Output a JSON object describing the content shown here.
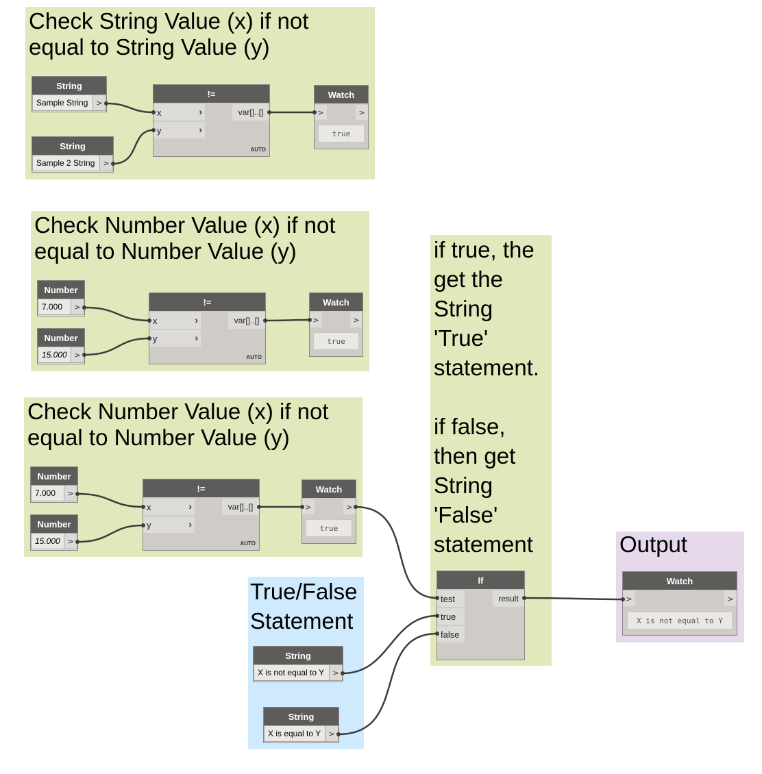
{
  "groups": {
    "g1_title": "Check String Value (x) if not\nequal to String Value (y)",
    "g2_title": "Check Number Value (x) if not\nequal to Number Value (y)",
    "g3_title": "Check Number Value (x) if not\nequal to Number Value (y)",
    "g4_title": "if true, the\nget the\nString\n'True'\nstatement.\n\nif false,\nthen get\nString\n'False'\nstatement",
    "g5_title": "True/False\nStatement",
    "g6_title": "Output"
  },
  "nodes": {
    "string1": {
      "title": "String",
      "value": "Sample String",
      "out": ">"
    },
    "string2": {
      "title": "String",
      "value": "Sample 2 String",
      "out": ">"
    },
    "neq1": {
      "title": "!=",
      "x": "x",
      "y": "y",
      "out": "var[]..[]",
      "auto": "AUTO"
    },
    "watch1": {
      "title": "Watch",
      "in": ">",
      "out": ">",
      "value": "true"
    },
    "num1": {
      "title": "Number",
      "value": "7.000",
      "out": ">"
    },
    "num2": {
      "title": "Number",
      "value": "15.000",
      "out": ">"
    },
    "neq2": {
      "title": "!=",
      "x": "x",
      "y": "y",
      "out": "var[]..[]",
      "auto": "AUTO"
    },
    "watch2": {
      "title": "Watch",
      "in": ">",
      "out": ">",
      "value": "true"
    },
    "num3": {
      "title": "Number",
      "value": "7.000",
      "out": ">"
    },
    "num4": {
      "title": "Number",
      "value": "15.000",
      "out": ">"
    },
    "neq3": {
      "title": "!=",
      "x": "x",
      "y": "y",
      "out": "var[]..[]",
      "auto": "AUTO"
    },
    "watch3": {
      "title": "Watch",
      "in": ">",
      "out": ">",
      "value": "true"
    },
    "if": {
      "title": "If",
      "test": "test",
      "true": "true",
      "false": "false",
      "out": "result"
    },
    "string3": {
      "title": "String",
      "value": "X is not equal to Y",
      "out": ">"
    },
    "string4": {
      "title": "String",
      "value": "X is equal to Y",
      "out": ">"
    },
    "watch4": {
      "title": "Watch",
      "in": ">",
      "out": ">",
      "value": "X is not equal to Y"
    }
  },
  "colors": {
    "group_green": "#e1e8bb",
    "group_blue": "#cfeafc",
    "group_purple": "#e6d9ec",
    "node_header": "#5e5c5a",
    "wire": "#3c3c3c"
  }
}
